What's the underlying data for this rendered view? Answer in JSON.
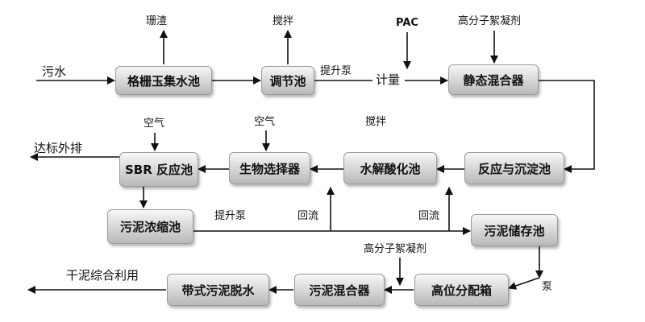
{
  "nodes": {
    "grille_pool": "格栅玉集水池",
    "adjust_pool": "调节池",
    "static_mixer": "静态混合器",
    "reaction_settle": "反应与沉淀池",
    "hydrolysis": "水解酸化池",
    "bio_selector": "生物选择器",
    "sbr": "SBR 反应池",
    "sludge_thicken": "污泥浓缩池",
    "sludge_storage": "污泥储存池",
    "high_tank": "高位分配箱",
    "sludge_mixer": "污泥混合器",
    "belt_press": "带式污泥脱水"
  },
  "labels": {
    "sewage": "污水",
    "screenings": "珊渣",
    "stir_top": "搅拌",
    "pac": "PAC",
    "flocculant_top": "高分子絮凝剂",
    "lift_pump_top": "提升泵",
    "metering": "计量",
    "air_left": "空气",
    "air_mid": "空气",
    "stir_mid": "搅拌",
    "discharge": "达标外排",
    "lift_pump_mid": "提升泵",
    "reflux_left": "回流",
    "reflux_right": "回流",
    "flocculant_bottom": "高分子絮凝剂",
    "pump": "泵",
    "dry_sludge": "干泥综合利用"
  },
  "colors": {
    "box_top": "#f7f7f7",
    "box_bottom": "#b9b9b9",
    "line": "#111111"
  }
}
